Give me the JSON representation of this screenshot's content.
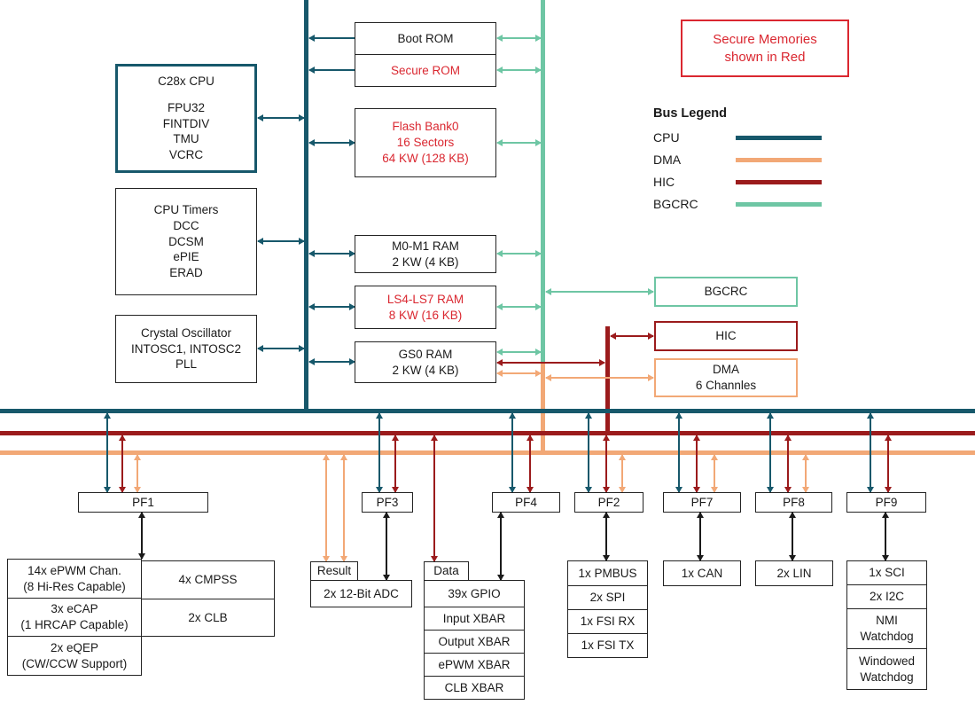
{
  "colors": {
    "cpu_bus": "#17586b",
    "dma_bus": "#f2a876",
    "hic_bus": "#9b1b1c",
    "bgcrc_bus": "#6ec6a4",
    "secure_red": "#da2730",
    "ink": "#1a1a1a"
  },
  "note": {
    "line1": "Secure Memories",
    "line2": "shown in Red"
  },
  "legend": {
    "title": "Bus Legend",
    "items": [
      {
        "label": "CPU",
        "color": "#17586b"
      },
      {
        "label": "DMA",
        "color": "#f2a876"
      },
      {
        "label": "HIC",
        "color": "#9b1b1c"
      },
      {
        "label": "BGCRC",
        "color": "#6ec6a4"
      }
    ]
  },
  "cpu": {
    "title": "C28x CPU",
    "features": [
      "FPU32",
      "FINTDIV",
      "TMU",
      "VCRC"
    ]
  },
  "timers": {
    "lines": [
      "CPU Timers",
      "DCC",
      "DCSM",
      "ePIE",
      "ERAD"
    ]
  },
  "oscillator": {
    "lines": [
      "Crystal Oscillator",
      "INTOSC1, INTOSC2",
      "PLL"
    ]
  },
  "memories": {
    "boot_rom": "Boot ROM",
    "secure_rom": "Secure ROM",
    "flash": {
      "lines": [
        "Flash Bank0",
        "16 Sectors",
        "64 KW (128 KB)"
      ]
    },
    "m0m1": {
      "lines": [
        "M0-M1 RAM",
        "2 KW (4 KB)"
      ]
    },
    "ls4ls7": {
      "lines": [
        "LS4-LS7 RAM",
        "8 KW (16 KB)"
      ]
    },
    "gs0": {
      "lines": [
        "GS0 RAM",
        "2 KW (4 KB)"
      ]
    }
  },
  "bridges": {
    "bgcrc": "BGCRC",
    "hic": "HIC",
    "dma": {
      "lines": [
        "DMA",
        "6 Channles"
      ]
    }
  },
  "frames": {
    "pf1": "PF1",
    "pf3": "PF3",
    "pf4": "PF4",
    "pf2": "PF2",
    "pf7": "PF7",
    "pf8": "PF8",
    "pf9": "PF9"
  },
  "peripherals": {
    "epwm": {
      "lines": [
        "14x ePWM Chan.",
        "(8 Hi-Res Capable)"
      ]
    },
    "cmpss": "4x CMPSS",
    "ecap": {
      "lines": [
        "3x eCAP",
        "(1 HRCAP Capable)"
      ]
    },
    "clb": "2x CLB",
    "eqep": {
      "lines": [
        "2x eQEP",
        "(CW/CCW Support)"
      ]
    },
    "result": "Result",
    "adc": "2x 12-Bit ADC",
    "data": "Data",
    "gpio": "39x GPIO",
    "input_xbar": "Input XBAR",
    "output_xbar": "Output XBAR",
    "epwm_xbar": "ePWM XBAR",
    "clb_xbar": "CLB XBAR",
    "pmbus": "1x PMBUS",
    "spi": "2x SPI",
    "fsi_rx": "1x FSI RX",
    "fsi_tx": "1x FSI TX",
    "can": "1x CAN",
    "lin": "2x LIN",
    "sci": "1x SCI",
    "i2c": "2x I2C",
    "nmi_watchdog": {
      "lines": [
        "NMI",
        "Watchdog"
      ]
    },
    "windowed_watchdog": {
      "lines": [
        "Windowed",
        "Watchdog"
      ]
    }
  }
}
